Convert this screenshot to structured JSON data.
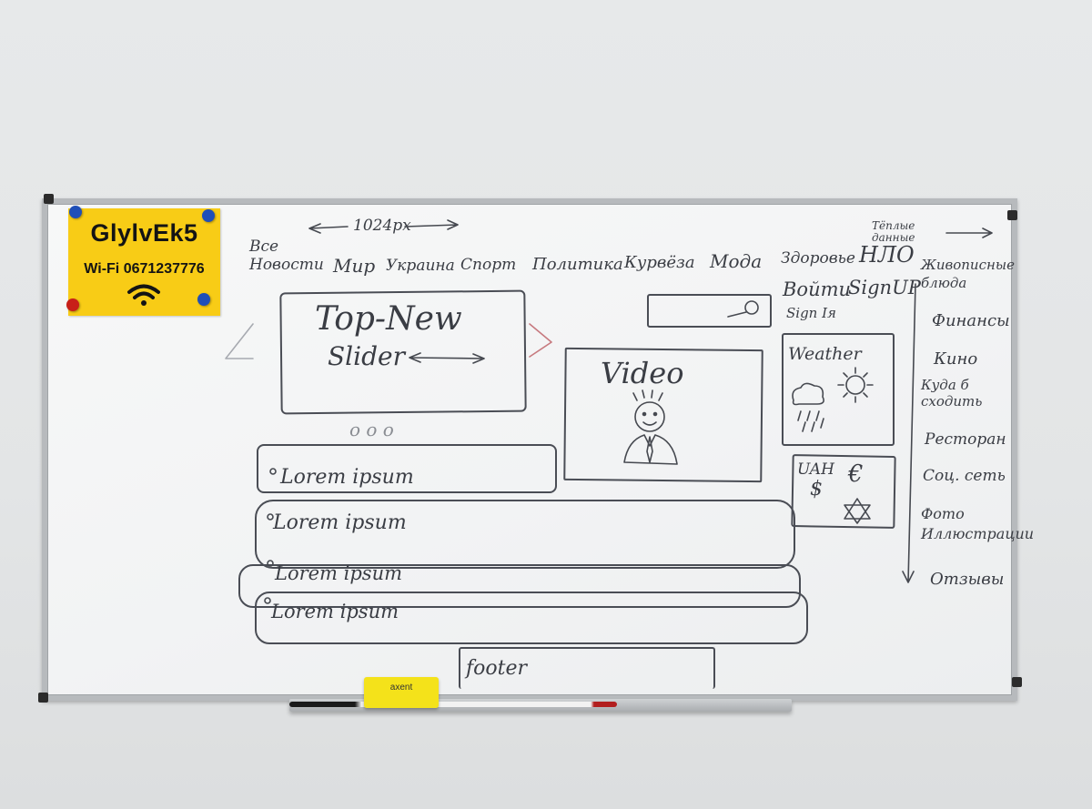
{
  "sign": {
    "ssid": "GlylvEk5",
    "wifi_label": "Wi-Fi",
    "phone": "0671237776",
    "icon": "wifi-icon"
  },
  "eraser": {
    "brand": "axent"
  },
  "wireframe": {
    "width_label": "1024px",
    "nav": [
      "Все Новости",
      "Мир",
      "Украина",
      "Спорт",
      "Политика",
      "Курвёза",
      "Мода",
      "Здоровье",
      "НЛО"
    ],
    "slider": {
      "title": "Top-New",
      "subtitle": "Slider"
    },
    "slider_dots": "о о о",
    "search": {
      "icon": "search-icon"
    },
    "auth": {
      "login": "Войти",
      "signup": "SignUP",
      "signin": "Sign Iя"
    },
    "video": {
      "label": "Video"
    },
    "weather": {
      "label": "Weather"
    },
    "currency": {
      "label": "UAH",
      "dollar": "$",
      "euro": "€"
    },
    "list_items": [
      "Lorem ipsum",
      "Lorem ipsum",
      "Lorem ipsum",
      "Lorem ipsum"
    ],
    "footer": "footer",
    "sidebar": {
      "header": "Тёплые данные",
      "items": [
        "Живописные блюда",
        "Финансы",
        "Кино",
        "Куда б сходить",
        "Ресторан",
        "Соц. сеть",
        "Фото Иллюстрации",
        "Отзывы"
      ]
    }
  }
}
